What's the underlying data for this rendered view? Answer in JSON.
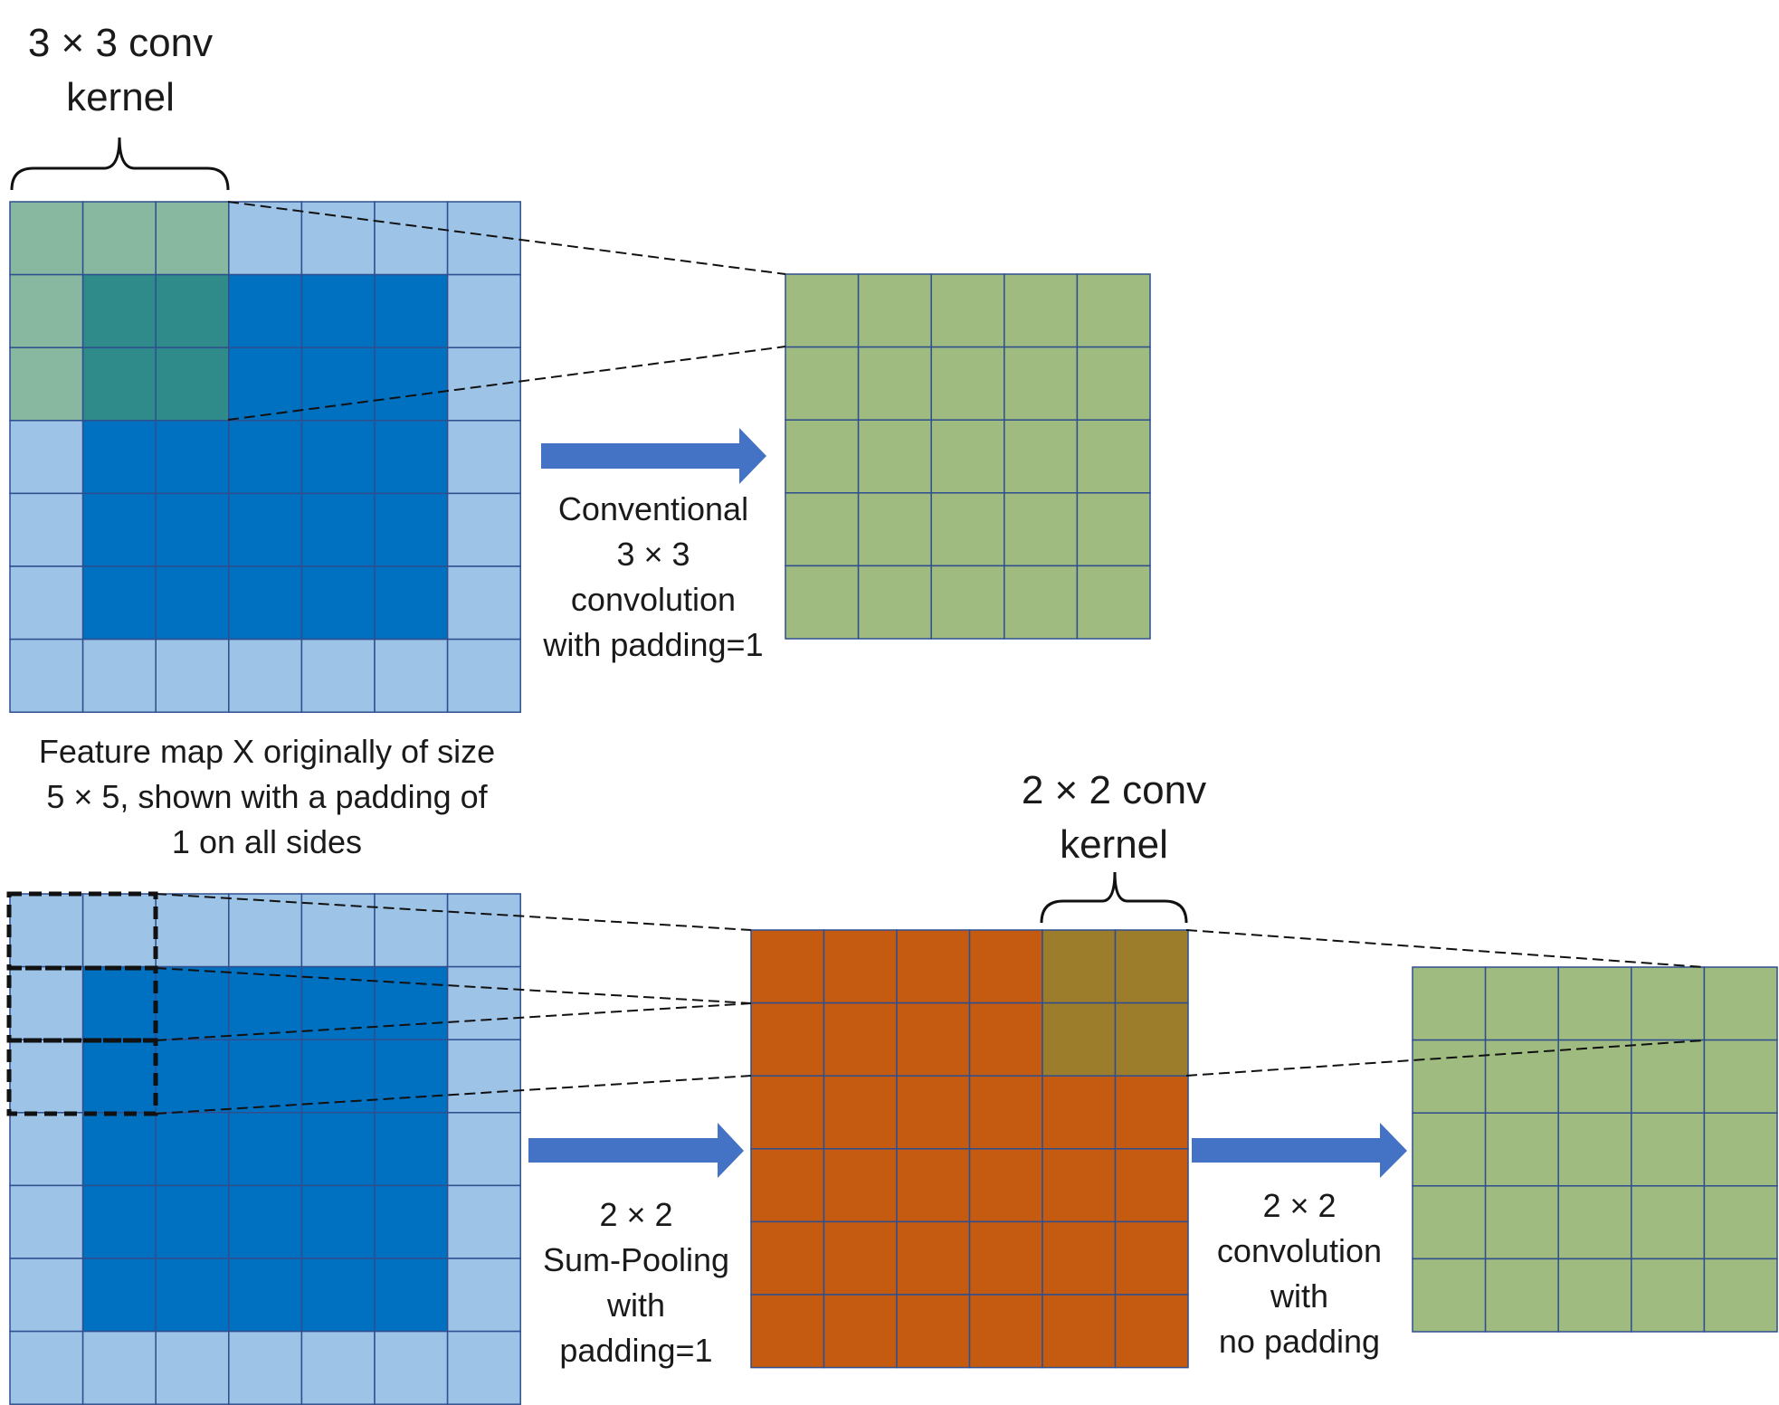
{
  "labels": {
    "top_kernel": "3 × 3 conv\nkernel",
    "conventional_op": "Conventional\n3 × 3\nconvolution\nwith padding=1",
    "feature_map_caption": "Feature map X originally of size\n5 × 5, shown with a padding of\n1 on all sides",
    "bottom_kernel": "2 × 2 conv\nkernel",
    "sum_pooling_op": "2 × 2\nSum-Pooling\nwith\npadding=1",
    "conv_no_pad_op": "2 × 2\nconvolution\nwith\nno padding"
  },
  "colors": {
    "padding_cell": "#9dc3e6",
    "feature_cell": "#0070c0",
    "kernel_on_padding": "#88b9a0",
    "kernel_on_feature": "#2e8b8a",
    "output_cell": "#a0bb80",
    "pooled_cell": "#c55a11",
    "pooled_kernel_cell": "#9c7d2b",
    "grid_line": "#2f4f8f",
    "arrow": "#4472c4"
  },
  "grids": {
    "top_input": {
      "rows": 7,
      "cols": 7
    },
    "top_output": {
      "rows": 5,
      "cols": 5
    },
    "bottom_input": {
      "rows": 7,
      "cols": 7
    },
    "bottom_pooled": {
      "rows": 6,
      "cols": 6
    },
    "bottom_output": {
      "rows": 5,
      "cols": 5
    }
  }
}
